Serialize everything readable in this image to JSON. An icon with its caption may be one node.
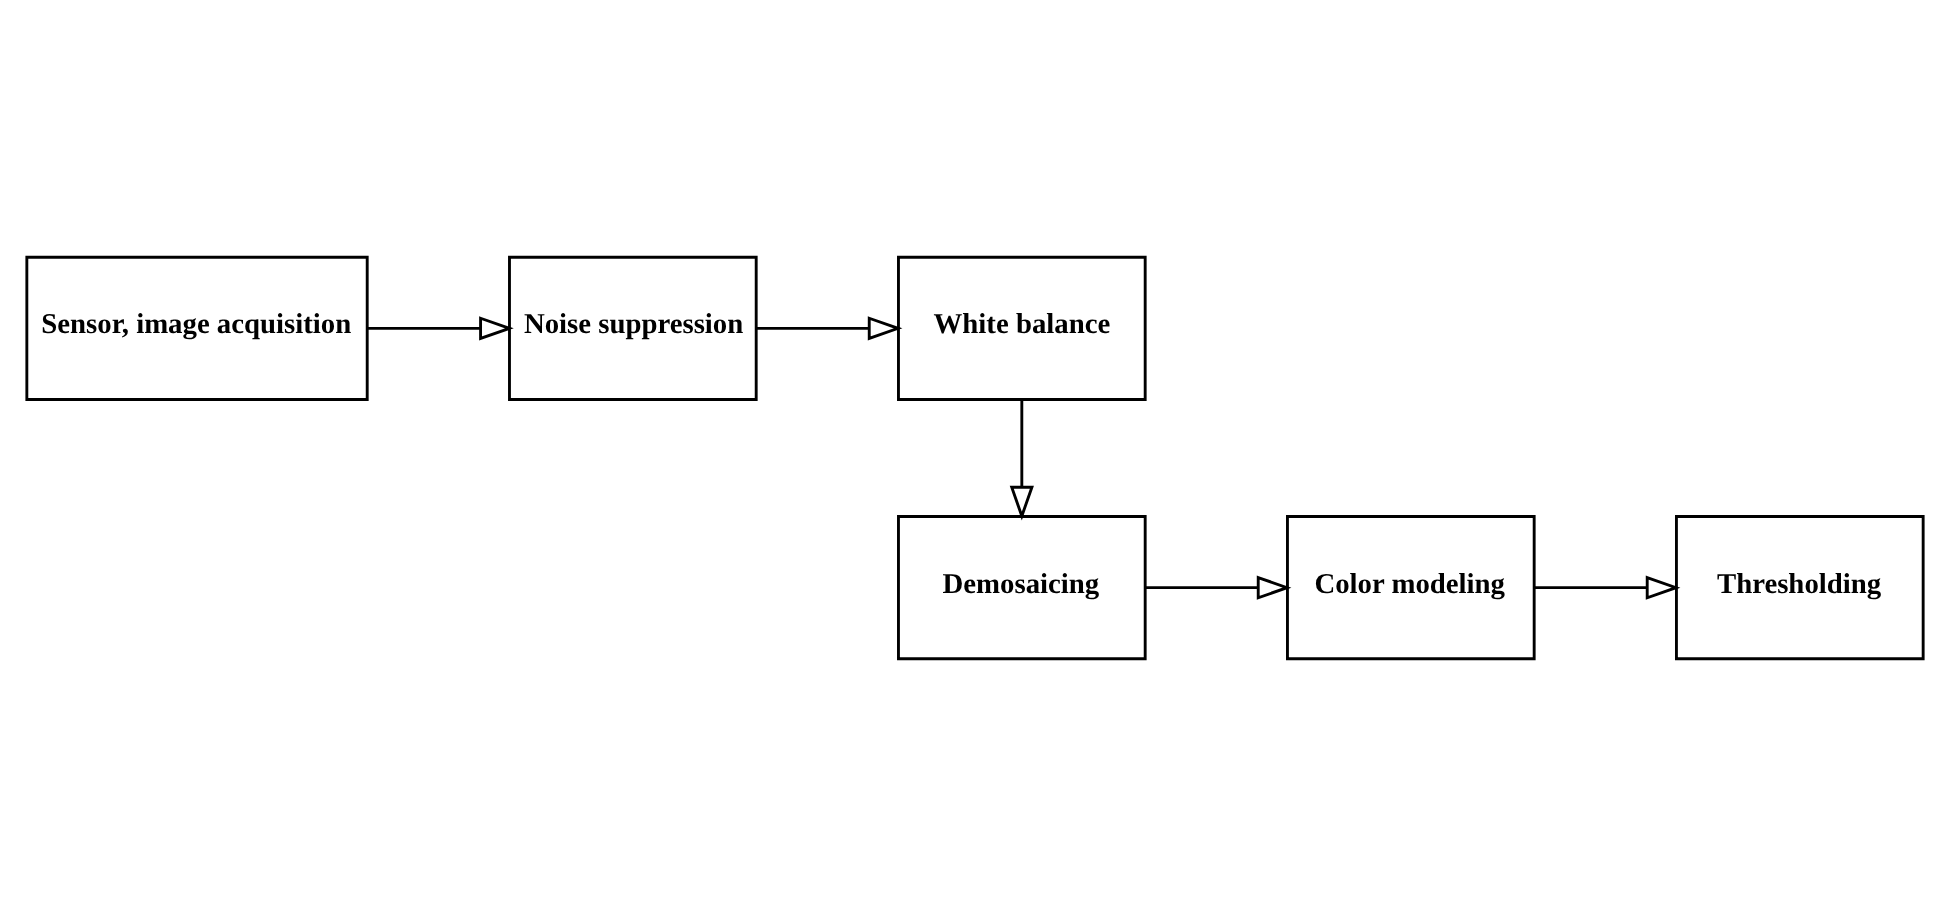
{
  "diagram": {
    "nodes": [
      {
        "text": [
          "Sensor, image acquisition"
        ]
      },
      {
        "text": [
          "Noise suppression"
        ]
      },
      {
        "text": [
          "White balance"
        ]
      },
      {
        "text": [
          "Demosaicing"
        ]
      },
      {
        "text": [
          "Color modeling"
        ]
      },
      {
        "text": [
          "Thresholding"
        ]
      }
    ],
    "edges": [
      {
        "from": 0,
        "to": 1,
        "arrow": "to"
      },
      {
        "from": 1,
        "to": 2,
        "arrow": "to"
      },
      {
        "from": 2,
        "to": 3,
        "arrow": "to"
      },
      {
        "from": 3,
        "to": 4,
        "arrow": "to"
      },
      {
        "from": 4,
        "to": 5,
        "arrow": "to"
      }
    ]
  }
}
